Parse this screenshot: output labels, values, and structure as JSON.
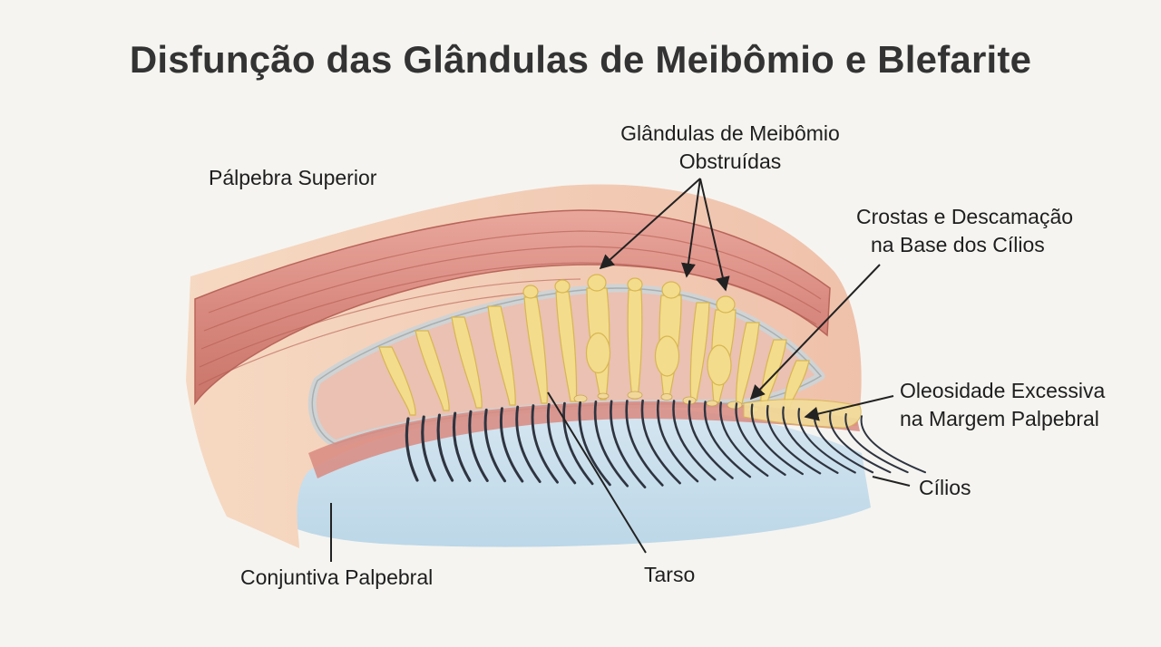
{
  "title": "Disfunção das Glândulas de Meibômio e Blefarite",
  "labels": {
    "eyelid": "Pálpebra Superior",
    "glands_line1": "Glândulas de Meibômio",
    "glands_line2": "Obstruídas",
    "crusts_line1": "Crostas e Descamação",
    "crusts_line2": "na Base dos Cílios",
    "oil_line1": "Oleosidade Excessiva",
    "oil_line2": "na Margem Palpebral",
    "lashes": "Cílios",
    "conjunctiva": "Conjuntiva Palpebral",
    "tarsus": "Tarso"
  },
  "colors": {
    "skin": "#f1c9b4",
    "muscle": "#d98a80",
    "muscle_dark": "#c0685f",
    "tarsal_plate": "#eac1b2",
    "tarsal_outline": "#cfd3d4",
    "gland": "#f3dc8c",
    "gland_outline": "#d8b650",
    "conjunctiva": "#bcd8ea",
    "lash": "#2e3440",
    "oil": "#f2dd9a"
  }
}
